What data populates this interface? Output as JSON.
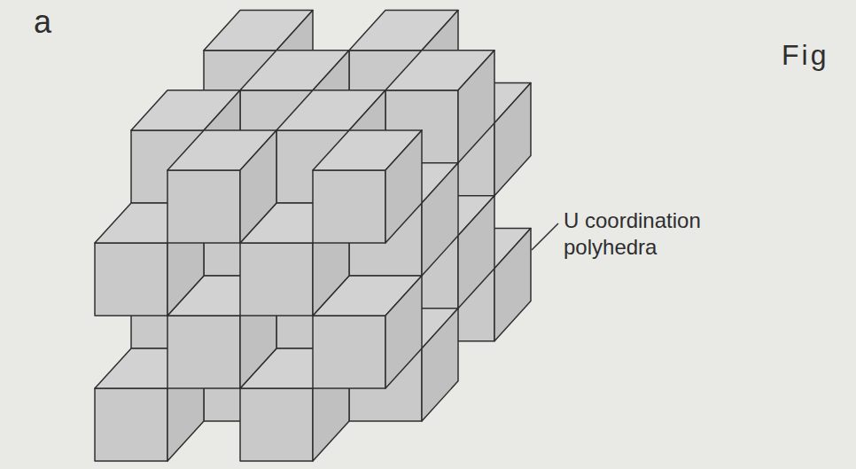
{
  "diagram": {
    "labels": [
      "a",
      "Fig",
      "U coordination polyhedra"
    ]
  }
}
